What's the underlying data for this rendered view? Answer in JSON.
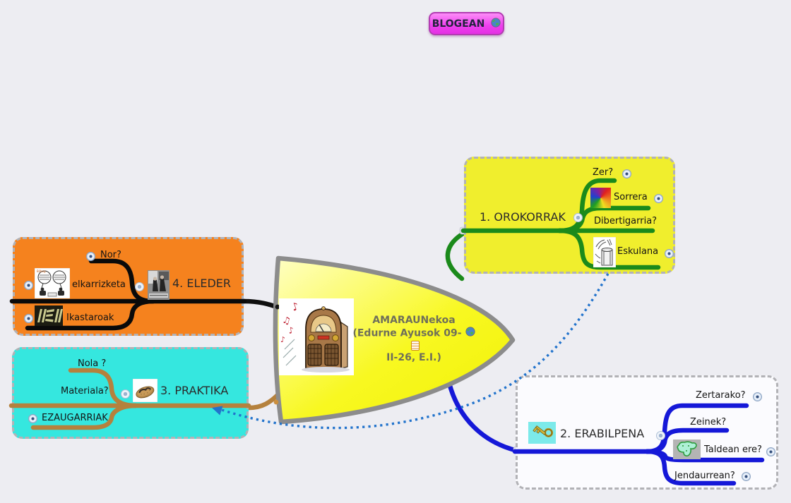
{
  "blogean": {
    "label": "BLOGEAN"
  },
  "central": {
    "line1": "AMARAUNekoa",
    "line2": "(Edurne Ayusok 09-",
    "line3": "II-26, E.I.)"
  },
  "branches": {
    "orokorrak": {
      "label": "1. OROKORRAK",
      "line_color": "#1b8a1b",
      "box_color": "#f0ee2d",
      "children": {
        "zer": {
          "label": "Zer?"
        },
        "sorrera": {
          "label": "Sorrera"
        },
        "dibertigarria": {
          "label": "Dibertigarria?"
        },
        "eskulana": {
          "label": "Eskulana"
        }
      }
    },
    "erabilpena": {
      "label": "2. ERABILPENA",
      "line_color": "#1518d8",
      "box_color": "#fbfbfe",
      "children": {
        "zertarako": {
          "label": "Zertarako?"
        },
        "zeinek": {
          "label": "Zeinek?"
        },
        "taldean": {
          "label": "Taldean ere?"
        },
        "jendaurrean": {
          "label": "Jendaurrean?"
        }
      }
    },
    "praktika": {
      "label": "3. PRAKTIKA",
      "line_color": "#b5813d",
      "box_color": "#35e7df",
      "children": {
        "nola": {
          "label": "Nola ?"
        },
        "materiala": {
          "label": "Materiala?"
        },
        "ezaugarriak": {
          "label": "EZAUGARRIAK"
        }
      }
    },
    "eleder": {
      "label": "4. ELEDER",
      "line_color": "#0a0a0a",
      "box_color": "#f5821e",
      "children": {
        "nor": {
          "label": "Nor?"
        },
        "elkarrizketa": {
          "label": "elkarrizketa"
        },
        "ikastaroak": {
          "label": "Ikastaroak"
        }
      }
    }
  },
  "connections": {
    "dotted_arrow_color": "#2273cc",
    "background_color": "#ededf2",
    "central_fill": "#f8f821",
    "central_border": "#8c8c8c"
  },
  "icons": {
    "blogean_globe": "globe-icon",
    "central_globe": "globe-icon",
    "central_note": "note-icon",
    "sorrera_image": "rainbow-spiral-image",
    "eskulana_image": "handcraft-sketch-image",
    "elkarrizketa_image": "comic-dialogue-image",
    "eleder_image": "singers-photo-image",
    "ikastaroak_image": "logo-image",
    "praktika_image": "sandal-image",
    "erabilpena_image": "key-image",
    "taldean_image": "map-image",
    "central_image": "radio-image"
  }
}
